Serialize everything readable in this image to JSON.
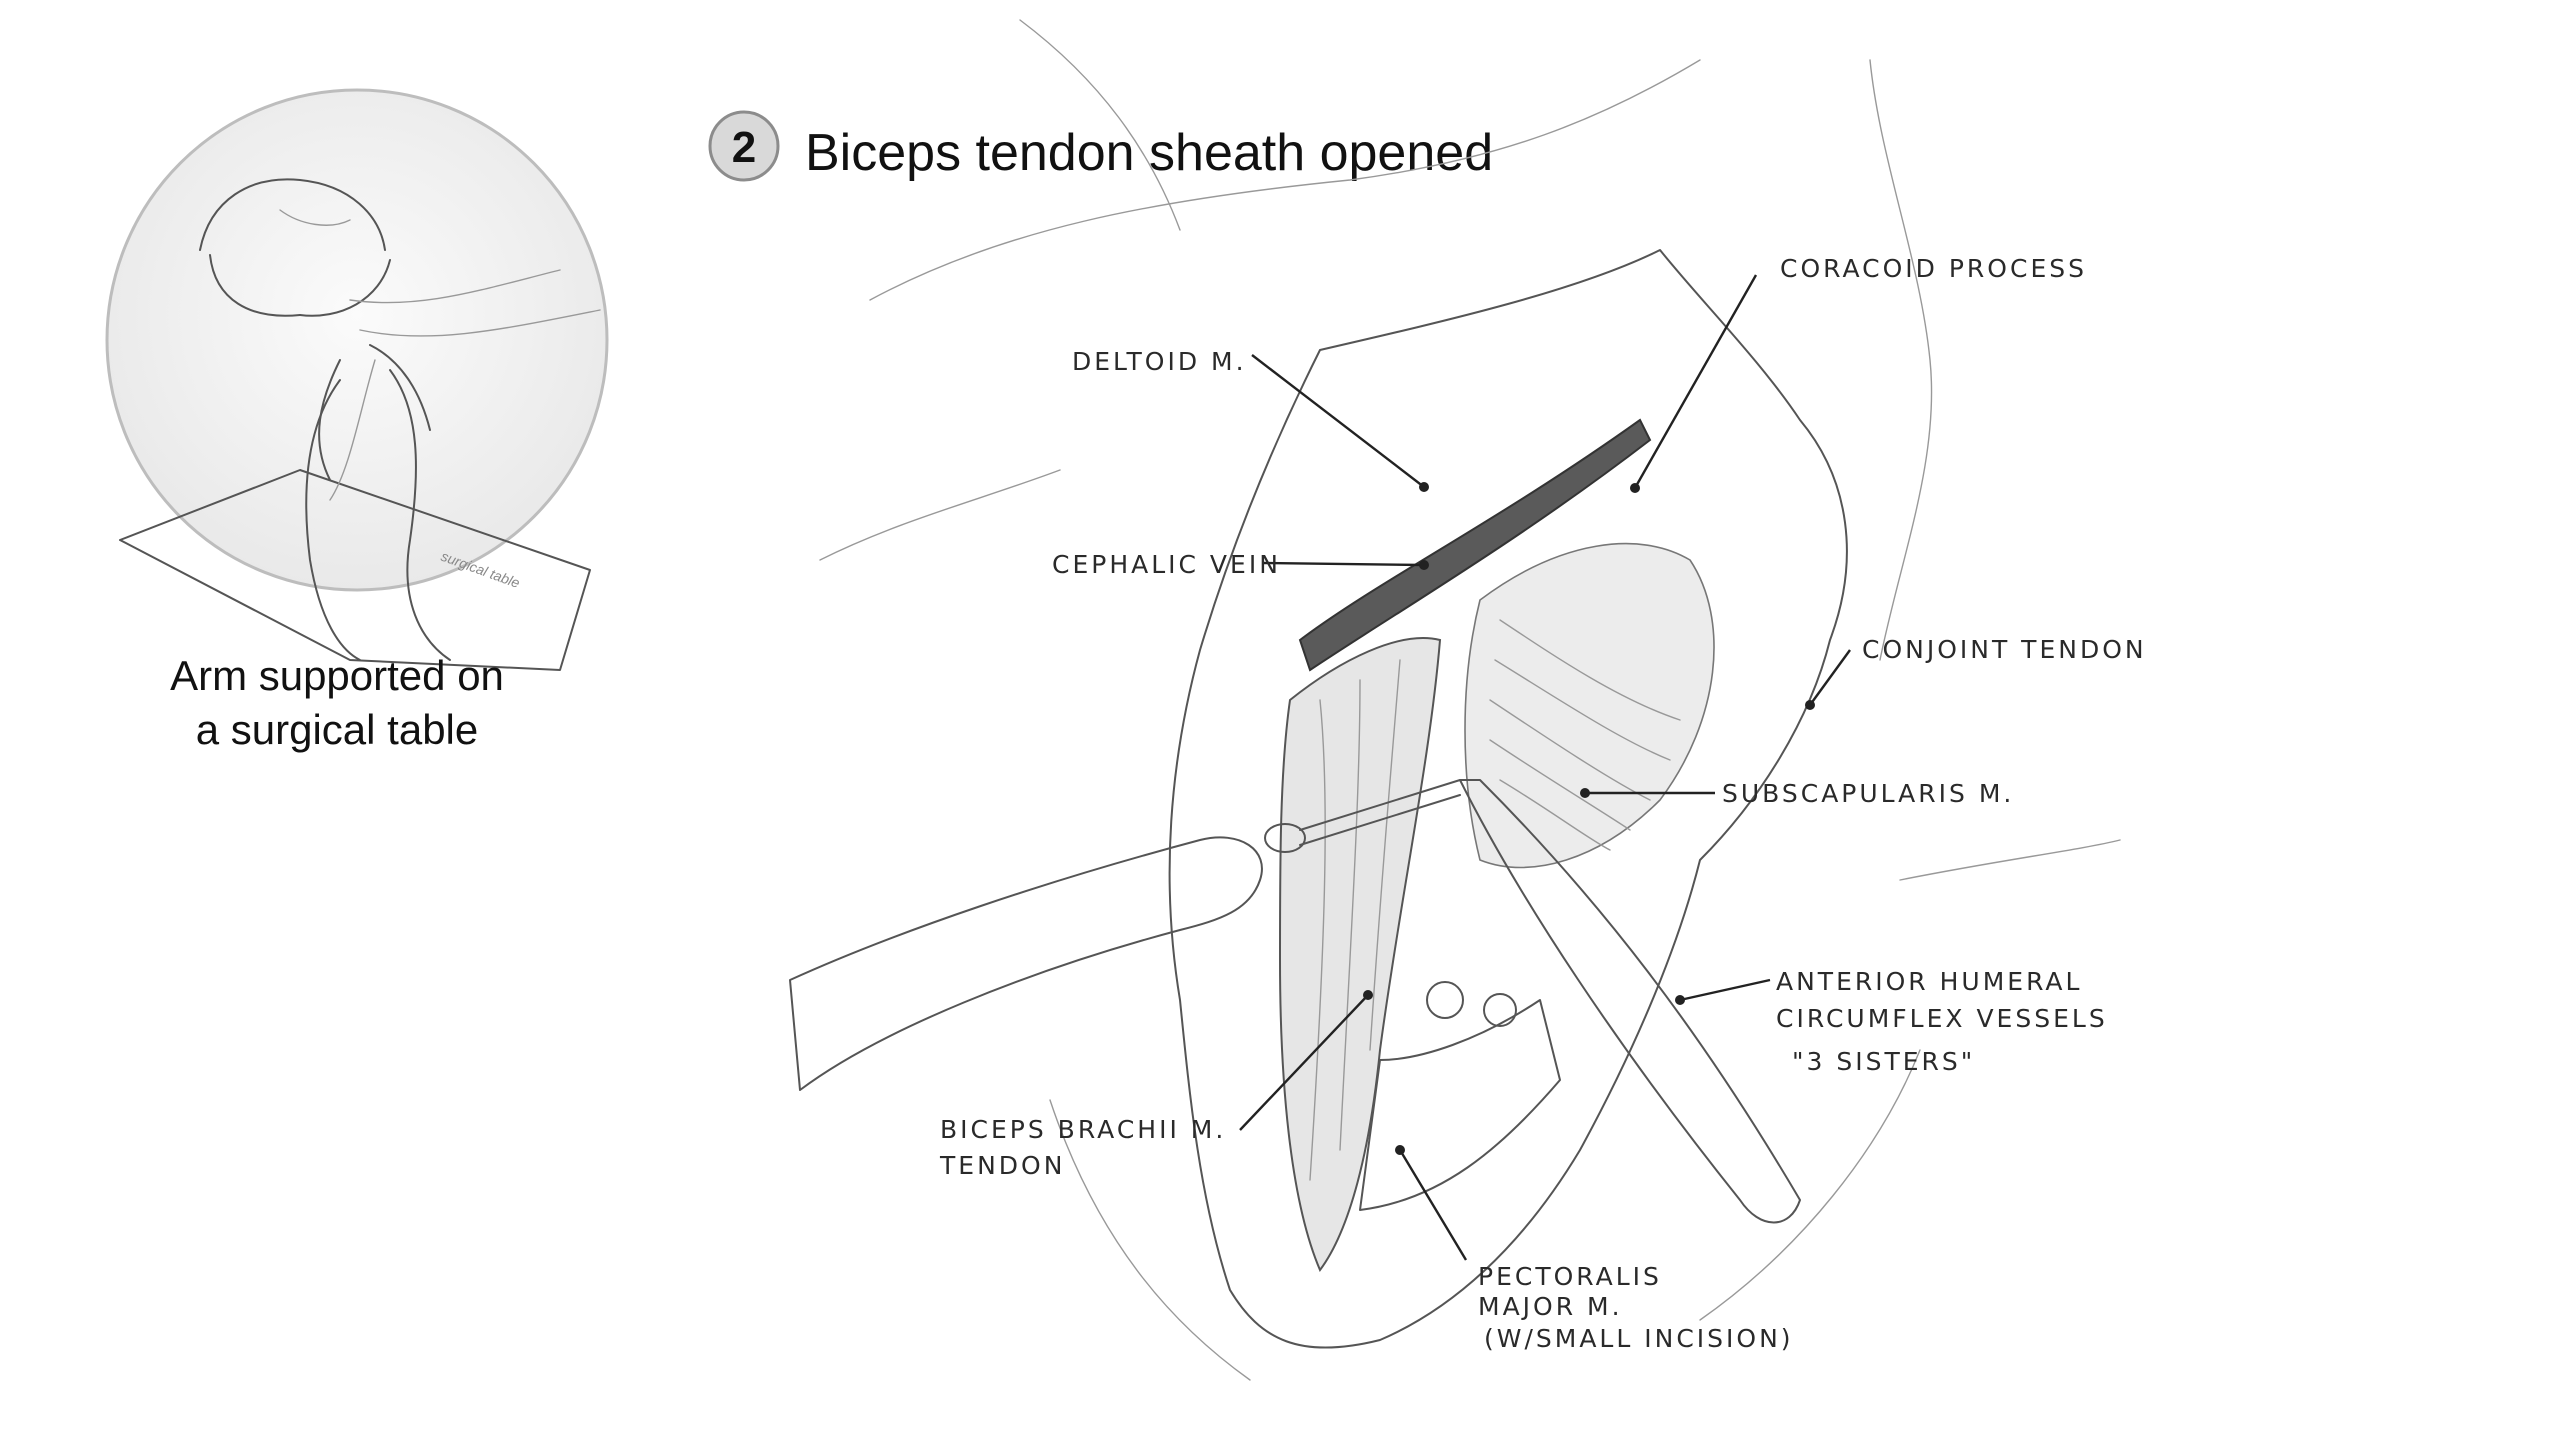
{
  "step": {
    "number": "2",
    "title": "Biceps tendon sheath opened"
  },
  "inset": {
    "caption_line1": "Arm supported on",
    "caption_line2": "a surgical table",
    "table_note": "surgical table"
  },
  "labels": {
    "deltoid": "DELTOID M.",
    "cephalic_vein": "CEPHALIC VEIN",
    "coracoid_process": "CORACOID PROCESS",
    "conjoint_tendon": "CONJOINT TENDON",
    "subscapularis": "SUBSCAPULARIS M.",
    "anterior_humeral_line1": "ANTERIOR HUMERAL",
    "anterior_humeral_line2": "CIRCUMFLEX VESSELS",
    "anterior_humeral_line3": "\"3 SISTERS\"",
    "biceps_line1": "BICEPS BRACHII M.",
    "biceps_line2": "TENDON",
    "pectoralis_line1": "PECTORALIS",
    "pectoralis_line2": "MAJOR M.",
    "pectoralis_line3": "(W/SMALL INCISION)"
  },
  "colors": {
    "background": "#ffffff",
    "pencil": "#555555",
    "badge_fill": "#d9d9d9",
    "vein": "#5a5a5a"
  }
}
